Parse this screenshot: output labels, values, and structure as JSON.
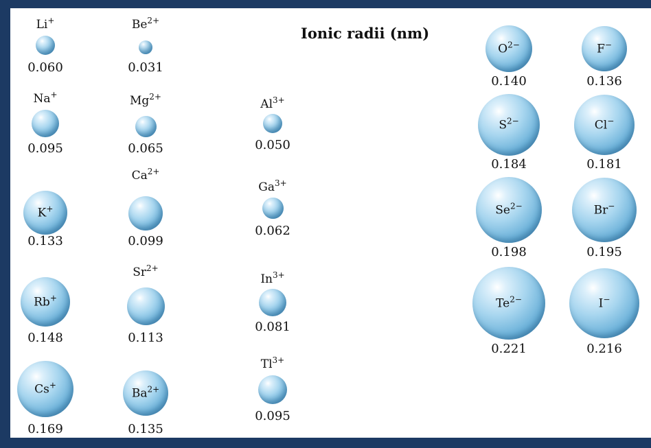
{
  "title": "Ionic radii (nm)",
  "colors": {
    "frame": "#1c3a63",
    "panel": "#ffffff",
    "sphere_light": "#a8d6ef",
    "sphere_dark": "#3f8cbd"
  },
  "ions": [
    {
      "id": "li",
      "element": "Li",
      "charge": "+",
      "radius": "0.060"
    },
    {
      "id": "be",
      "element": "Be",
      "charge": "2+",
      "radius": "0.031"
    },
    {
      "id": "na",
      "element": "Na",
      "charge": "+",
      "radius": "0.095"
    },
    {
      "id": "mg",
      "element": "Mg",
      "charge": "2+",
      "radius": "0.065"
    },
    {
      "id": "al",
      "element": "Al",
      "charge": "3+",
      "radius": "0.050"
    },
    {
      "id": "k",
      "element": "K",
      "charge": "+",
      "radius": "0.133"
    },
    {
      "id": "ca",
      "element": "Ca",
      "charge": "2+",
      "radius": "0.099"
    },
    {
      "id": "ga",
      "element": "Ga",
      "charge": "3+",
      "radius": "0.062"
    },
    {
      "id": "rb",
      "element": "Rb",
      "charge": "+",
      "radius": "0.148"
    },
    {
      "id": "sr",
      "element": "Sr",
      "charge": "2+",
      "radius": "0.113"
    },
    {
      "id": "in",
      "element": "In",
      "charge": "3+",
      "radius": "0.081"
    },
    {
      "id": "cs",
      "element": "Cs",
      "charge": "+",
      "radius": "0.169"
    },
    {
      "id": "ba",
      "element": "Ba",
      "charge": "2+",
      "radius": "0.135"
    },
    {
      "id": "tl",
      "element": "Tl",
      "charge": "3+",
      "radius": "0.095"
    },
    {
      "id": "o",
      "element": "O",
      "charge": "2−",
      "radius": "0.140"
    },
    {
      "id": "f",
      "element": "F",
      "charge": "−",
      "radius": "0.136"
    },
    {
      "id": "s",
      "element": "S",
      "charge": "2−",
      "radius": "0.184"
    },
    {
      "id": "cl",
      "element": "Cl",
      "charge": "−",
      "radius": "0.181"
    },
    {
      "id": "se",
      "element": "Se",
      "charge": "2−",
      "radius": "0.198"
    },
    {
      "id": "br",
      "element": "Br",
      "charge": "−",
      "radius": "0.195"
    },
    {
      "id": "te",
      "element": "Te",
      "charge": "2−",
      "radius": "0.221"
    },
    {
      "id": "i",
      "element": "I",
      "charge": "−",
      "radius": "0.216"
    }
  ]
}
